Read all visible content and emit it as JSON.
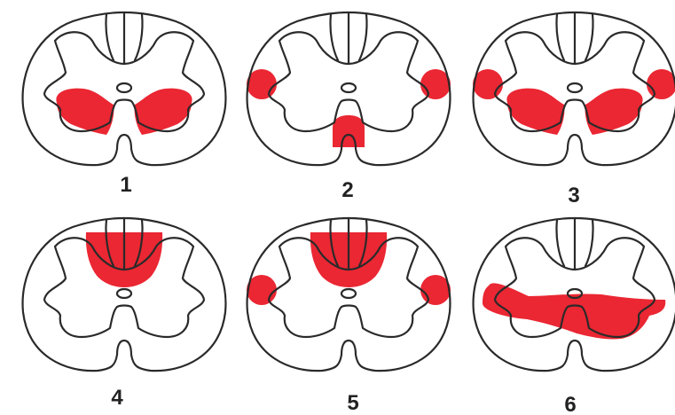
{
  "colors": {
    "lesion": "#ea2733",
    "outline": "#2a2a2a",
    "background": "#ffffff"
  },
  "panels": [
    {
      "label": "1",
      "lesions": [
        "anterior-horns"
      ]
    },
    {
      "label": "2",
      "lesions": [
        "lateral-columns",
        "anterior-median"
      ]
    },
    {
      "label": "3",
      "lesions": [
        "lateral-columns",
        "anterior-horns"
      ]
    },
    {
      "label": "4",
      "lesions": [
        "posterior-columns"
      ]
    },
    {
      "label": "5",
      "lesions": [
        "posterior-columns",
        "lateral-columns"
      ]
    },
    {
      "label": "6",
      "lesions": [
        "half-transverse"
      ]
    }
  ]
}
